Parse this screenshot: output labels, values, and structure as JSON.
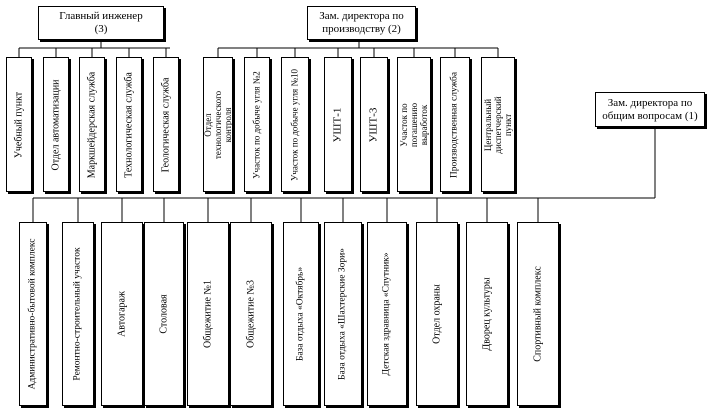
{
  "heads": [
    {
      "id": "chief_engineer",
      "label": "Главный инженер\n(3)"
    },
    {
      "id": "deputy_production",
      "label": "Зам. директора по\nпроизводству (2)"
    },
    {
      "id": "deputy_general",
      "label": "Зам. директора по\nобщим вопросам (1)"
    }
  ],
  "chief_engineer_units": [
    "Учебный пункт",
    "Отдел автоматизации",
    "Маркшейдерская служба",
    "Технологическая служба",
    "Геологическая служба"
  ],
  "production_units": [
    "Отдел технологического\nконтроля",
    "Участок по добыче угля №2",
    "Участок по добыче угля №10",
    "УШТ-1",
    "УШТ-3",
    "Участок по погашению\nвыработок",
    "Производственная служба",
    "Центральный диспетчерский\nпункт"
  ],
  "general_units": [
    "Административно-бытовой комплекс",
    "Ремонтно-строительный участок",
    "Автогараж",
    "Столовая",
    "Общежитие №1",
    "Общежитие №3",
    "База отдыха «Октябрь»",
    "База отдыха «Шахтерские Зори»",
    "Детская здравница «Спутник»",
    "Отдел охраны",
    "Дворец культуры",
    "Спортивный комплекс"
  ]
}
